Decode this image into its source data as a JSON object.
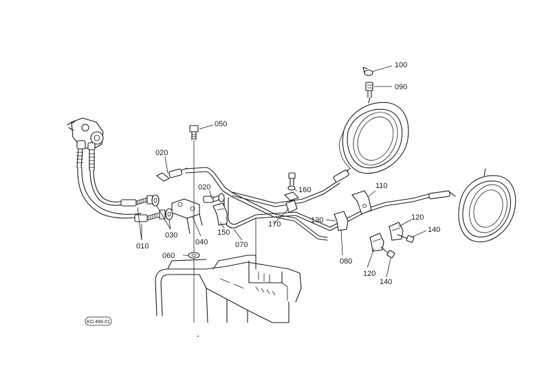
{
  "diagram": {
    "stamp": "KO 466-01",
    "callouts": [
      {
        "id": "callout-010",
        "text": "010"
      },
      {
        "id": "callout-020-left",
        "text": "020"
      },
      {
        "id": "callout-020-mid",
        "text": "020"
      },
      {
        "id": "callout-030",
        "text": "030"
      },
      {
        "id": "callout-040",
        "text": "040"
      },
      {
        "id": "callout-050",
        "text": "050"
      },
      {
        "id": "callout-060",
        "text": "060"
      },
      {
        "id": "callout-070",
        "text": "070"
      },
      {
        "id": "callout-080",
        "text": "080"
      },
      {
        "id": "callout-090",
        "text": "090"
      },
      {
        "id": "callout-100",
        "text": "100"
      },
      {
        "id": "callout-110",
        "text": "110"
      },
      {
        "id": "callout-120-right",
        "text": "120"
      },
      {
        "id": "callout-120-bottom",
        "text": "120"
      },
      {
        "id": "callout-130",
        "text": "130"
      },
      {
        "id": "callout-140-right",
        "text": "140"
      },
      {
        "id": "callout-140-bottom",
        "text": "140"
      },
      {
        "id": "callout-150",
        "text": "150"
      },
      {
        "id": "callout-160",
        "text": "160"
      },
      {
        "id": "callout-170",
        "text": "170"
      }
    ]
  }
}
